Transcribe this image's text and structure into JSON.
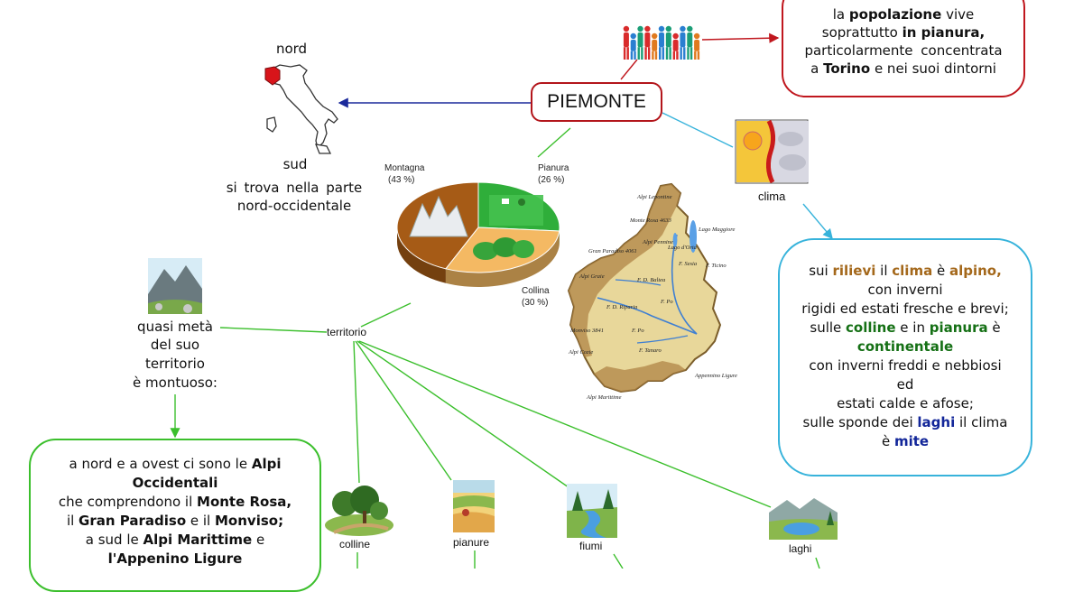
{
  "title": "PIEMONTE",
  "italy": {
    "top": "nord",
    "bottom": "sud",
    "desc1": "si trova nella parte",
    "desc2": "nord-occidentale"
  },
  "population": {
    "l1a": "la ",
    "l1b": "popolazione",
    "l1c": " vive",
    "l2a": "soprattutto ",
    "l2b": "in pianura,",
    "l3": "particolarmente concentrata",
    "l4a": "a ",
    "l4b": "Torino",
    "l4c": " e nei suoi dintorni"
  },
  "climate": {
    "label": "clima",
    "l1a": "sui ",
    "l1b": "rilievi",
    "l1c": " il ",
    "l1d": "clima",
    "l1e": " è ",
    "l1f": "alpino,",
    "l2": "con inverni",
    "l3": "rigidi ed estati fresche e brevi;",
    "l4a": "sulle ",
    "l4b": "colline",
    "l4c": " e in ",
    "l4d": "pianura",
    "l4e": " è",
    "l5": "continentale",
    "l6": "con inverni freddi e nebbiosi",
    "l7": "ed",
    "l8": "estati calde e afose;",
    "l9a": "sulle sponde dei ",
    "l9b": "laghi",
    "l9c": " il clima",
    "l10a": "è ",
    "l10b": "mite"
  },
  "terrain": {
    "label": "territorio",
    "half1": "quasi metà",
    "half2": "del suo",
    "half3": "territorio",
    "half4": "è montuoso:",
    "alpi": {
      "l1a": "a nord e a ovest ci sono le ",
      "l1b": "Alpi",
      "l2": "Occidentali",
      "l3a": "che comprendono il ",
      "l3b": "Monte Rosa,",
      "l4a": "il ",
      "l4b": "Gran Paradiso",
      "l4c": " e il ",
      "l4d": "Monviso;",
      "l5a": "a sud le ",
      "l5b": "Alpi Marittime",
      "l5c": " e",
      "l6": "l'Appenino Ligure"
    },
    "items": {
      "colline": "colline",
      "pianure": "pianure",
      "fiumi": "fiumi",
      "laghi": "laghi"
    }
  },
  "pie": {
    "slices": [
      {
        "label": "Montagna",
        "value": 43,
        "pct": "(43 %)",
        "color": "#a65b16"
      },
      {
        "label": "Pianura",
        "value": 26,
        "pct": "(26 %)",
        "color": "#2fae3a"
      },
      {
        "label": "Collina",
        "value": 30,
        "pct": "(30 %)",
        "color": "#f4b963"
      }
    ]
  },
  "map_labels": {
    "alpi_lepontine": "Alpi Lepontine",
    "monte_rosa": "Monte Rosa 4633",
    "lago_orta": "Lago d'Orta",
    "lago_maggiore": "Lago Maggiore",
    "alpi_pennine": "Alpi Pennine",
    "gran_paradiso": "Gran Paradiso 4061",
    "f_sesia": "F. Sesia",
    "f_ticino": "F. Ticino",
    "alpi_graie": "Alpi Graie",
    "f_dora_baltea": "F. D. Baltea",
    "f_dora_riparia": "F. D. Riparia",
    "f_po": "F. Po",
    "monviso": "Monviso 3841",
    "f_po2": "F. Po",
    "f_tanaro": "F. Tanaro",
    "alpi_cozie": "Alpi Cozie",
    "appennino_ligure": "Appennino Ligure",
    "alpi_marittime": "Alpi Marittime"
  },
  "colors": {
    "red": "#c0171e",
    "green": "#3bbf2c",
    "blue": "#37b3db",
    "navy": "#1b2a9b"
  }
}
